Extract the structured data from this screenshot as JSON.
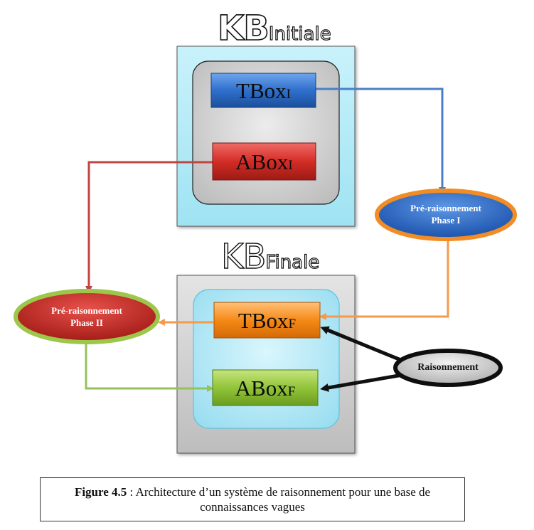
{
  "kb_initiale": {
    "prefix": "KB",
    "suffix": "Initiale"
  },
  "kb_finale": {
    "prefix": "KB",
    "suffix": "Finale"
  },
  "tbox_i": {
    "main": "TBox",
    "sub": "I"
  },
  "abox_i": {
    "main": "ABox",
    "sub": "I"
  },
  "tbox_f": {
    "main": "TBox",
    "sub": "F"
  },
  "abox_f": {
    "main": "ABox",
    "sub": "F"
  },
  "pre_phase1": {
    "line1": "Pré-raisonnement",
    "line2": "Phase I"
  },
  "pre_phase2": {
    "line1": "Pré-raisonnement",
    "line2": "Phase II"
  },
  "raisonnement": "Raisonnement",
  "caption": {
    "bold": "Figure 4.5",
    "text": " : Architecture d’un système de raisonnement pour une base de connaissances vagues"
  },
  "colors": {
    "blue": "#3a78c8",
    "red": "#c83a35",
    "orange": "#f08a2a",
    "green": "#8cbf3a",
    "black": "#111111",
    "cyan_panel": "#b7ecf7",
    "gray_panel": "#d4d4d4"
  }
}
